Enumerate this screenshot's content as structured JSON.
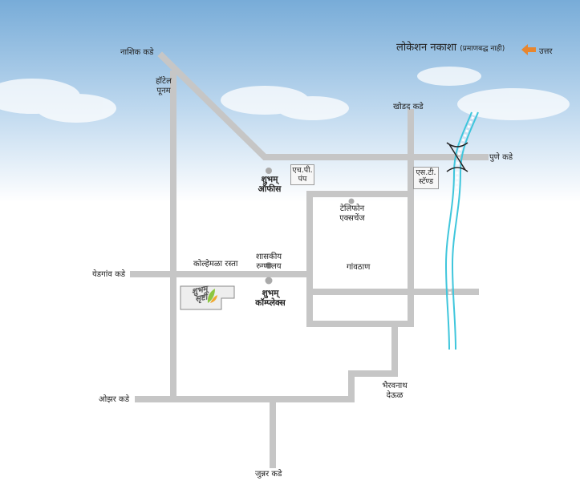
{
  "title": {
    "main": "लोकेशन नकाशा",
    "sub": "(प्रमाणबद्ध नाही)",
    "north": "उत्तर"
  },
  "directions": {
    "nashik": "नाशिक कडे",
    "khodad": "खोडद कडे",
    "pune": "पुणे कडे",
    "yedgaon": "येडगांव कडे",
    "ozar": "ओझर कडे",
    "junnar": "जुन्नर कडे"
  },
  "landmarks": {
    "hotel_line1": "हॉटेल",
    "hotel_line2": "पूनम",
    "shubham_office_line1": "शुभम्",
    "shubham_office_line2": "ऑफीस",
    "hp_line1": "एच.पी.",
    "hp_line2": "पंप",
    "st_line1": "एस.टी.",
    "st_line2": "स्टॅण्ड",
    "telephone_line1": "टेलिफोन",
    "telephone_line2": "एक्सचेंज",
    "hospital_line1": "शासकीय",
    "hospital_line2": "रुग्णालय",
    "kolhemala_road": "कोल्हेमळा रस्ता",
    "gavthan": "गांवठाण",
    "shubham_complex_line1": "शुभम्",
    "shubham_complex_line2": "कॉम्प्लेक्स",
    "bhairavnath_line1": "भैरवनाथ",
    "bhairavnath_line2": "देऊळ",
    "project_logo_line1": "शुभम्",
    "project_logo_line2": "सृष्टी"
  },
  "colors": {
    "road": "#c6c6c6",
    "river": "#3fc6dc",
    "arrow": "#e8862e",
    "sky_top": "#7db0db",
    "sky_bottom": "#ffffff"
  }
}
